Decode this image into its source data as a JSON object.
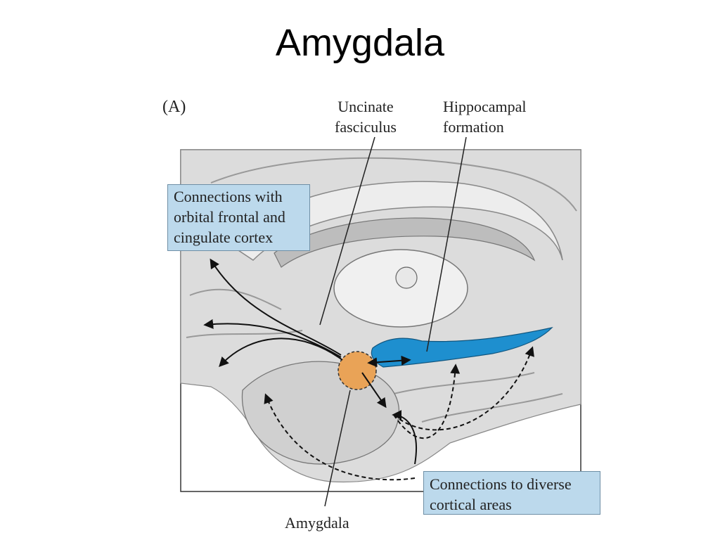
{
  "title": "Amygdala",
  "figure": {
    "panel_letter": "(A)",
    "labels": {
      "uncinate_line1": "Uncinate",
      "uncinate_line2": "fasciculus",
      "hippocampal_line1": "Hippocampal",
      "hippocampal_line2": "formation",
      "amygdala": "Amygdala"
    },
    "box_top": {
      "line1": "Connections with",
      "line2": "orbital frontal and",
      "line3": "cingulate cortex"
    },
    "box_bottom": {
      "line1": "Connections to diverse",
      "line2": "cortical areas"
    },
    "colors": {
      "hippocampus": "#1e8fcf",
      "amygdala": "#e9a357",
      "label_box": "#bcd9ec",
      "brain_tissue": "#dcdcdc"
    }
  }
}
